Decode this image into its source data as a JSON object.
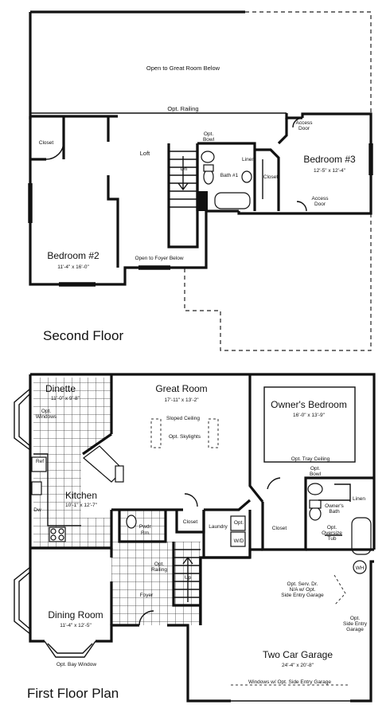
{
  "second_floor": {
    "title": "Second Floor",
    "open_great_room": "Open to Great Room Below",
    "opt_railing": "Opt. Railing",
    "closet": "Closet",
    "loft": "Loft",
    "dn": "Dn",
    "opt_bowl": "Opt.\nBowl",
    "bath": "Bath #1",
    "linen": "Linen",
    "closet2": "Closet",
    "access_door_top": "Access\nDoor",
    "access_door_bottom": "Access\nDoor",
    "bedroom3": {
      "name": "Bedroom #3",
      "size": "12'-5\" x 12'-4\""
    },
    "bedroom2": {
      "name": "Bedroom #2",
      "size": "11'-4\" x 16'-0\""
    },
    "open_foyer": "Open to Foyer Below"
  },
  "first_floor": {
    "title": "First Floor Plan",
    "dinette": {
      "name": "Dinette",
      "size": "11'-0\" x 9'-8\""
    },
    "opt_windows": "Opt.\nWindows",
    "great_room": {
      "name": "Great Room",
      "size": "17'-11\" x 13'-2\""
    },
    "sloped_ceiling": "Sloped Ceiling",
    "opt_skylights": "Opt. Skylights",
    "owners_bedroom": {
      "name": "Owner's Bedroom",
      "size": "16'-0\" x 13'-9\""
    },
    "opt_tray_ceiling": "Opt. Tray Ceiling",
    "opt_bowl": "Opt.\nBowl",
    "ref": "Ref",
    "kitchen": {
      "name": "Kitchen",
      "size": "10'-1\" x 12'-7\""
    },
    "dw": "Dw",
    "pwdr_rm": "Pwdr.\nRm.",
    "closet_a": "Closet",
    "laundry": "Laundry",
    "opt": "Opt.",
    "wd": "W/D",
    "closet_b": "Closet",
    "owners_bath": "Owner's\nBath",
    "linen": "Linen",
    "opt_oversize_tub": "Opt.\nOversize\nTub",
    "wh": "WH",
    "opt_railing": "Opt.\nRailing",
    "up": "Up",
    "foyer": "Foyer",
    "dining_room": {
      "name": "Dining Room",
      "size": "11'-4\" x 12'-5\""
    },
    "opt_bay_window": "Opt. Bay Window",
    "opt_serv_dr": "Opt. Serv. Dr.\nN/A w/ Opt.\nSide Entry Garage",
    "opt_side_entry_garage": "Opt.\nSide Entry\nGarage",
    "garage": {
      "name": "Two Car Garage",
      "size": "24'-4\" x 20'-8\""
    },
    "windows_note": "Windows w/ Opt. Side Entry Garage"
  }
}
